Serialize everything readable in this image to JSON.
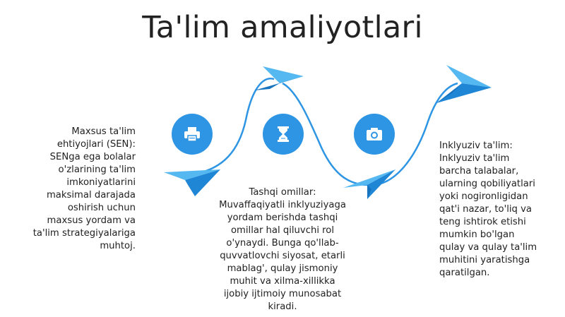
{
  "slide": {
    "title": "Ta'lim amaliyotlari",
    "colors": {
      "accent": "#2d95e3",
      "plane_light": "#56b8f0",
      "plane_dark": "#1f86d6",
      "text": "#222222"
    },
    "icons": [
      "printer-icon",
      "hourglass-icon",
      "camera-icon"
    ],
    "items": [
      {
        "heading": "Maxsus ta'lim ehtiyojlari (SEN):",
        "text": "Maxsus ta'lim\nehtiyojlari (SEN):\nSENga ega bolalar\no'zlarining ta'lim\nimkoniyatlarini\nmaksimal darajada\noshirish uchun\nmaxsus yordam va\nta'lim strategiyalariga\nmuhtoj."
      },
      {
        "heading": "Tashqi omillar:",
        "text": "Tashqi omillar:\nMuvaffaqiyatli inklyuziyaga\nyordam berishda tashqi\nomillar hal qiluvchi rol\no'ynaydi. Bunga qo'llab-\nquvvatlovchi siyosat, etarli\nmablag', qulay jismoniy\nmuhit va xilma-xillikka\nijobiy ijtimoiy munosabat\nkiradi."
      },
      {
        "heading": "Inklyuziv ta'lim:",
        "text": "Inklyuziv ta'lim:\nInklyuziv ta'lim\nbarcha talabalar,\nularning qobiliyatlari\nyoki nogironligidan\nqat'i nazar, to'liq va\nteng ishtirok etishi\nmumkin bo'lgan\nqulay va qulay ta'lim\nmuhitini yaratishga\nqaratilgan."
      }
    ]
  }
}
